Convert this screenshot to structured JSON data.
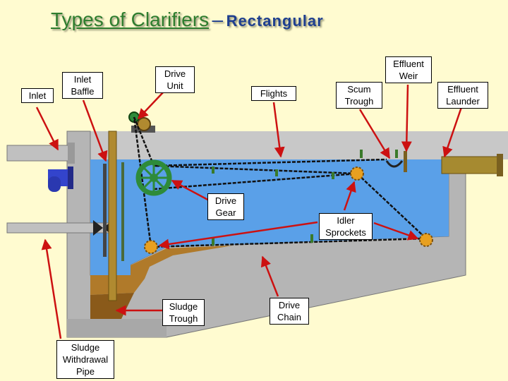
{
  "title": {
    "part1": "Types of Clarifiers",
    "dash": "–",
    "part2": "Rectangular"
  },
  "labels": {
    "inlet": "Inlet",
    "inlet_baffle": "Inlet\nBaffle",
    "drive_unit": "Drive\nUnit",
    "flights": "Flights",
    "scum_trough": "Scum\nTrough",
    "effluent_weir": "Effluent\nWeir",
    "effluent_launder": "Effluent\nLaunder",
    "drive_gear": "Drive\nGear",
    "idler_sprockets": "Idler\nSprockets",
    "sludge_trough": "Sludge\nTrough",
    "drive_chain": "Drive\nChain",
    "sludge_withdrawal_pipe": "Sludge\nWithdrawal\nPipe"
  },
  "colors": {
    "background": "#fffbd0",
    "water": "#5aa0e8",
    "concrete": "#bdbdbd",
    "sludge": "#b07a2a",
    "chain": "#111111",
    "drive_gear": "#2e8b3a",
    "sprocket": "#e8a020",
    "pipe": "#3344cc",
    "arrow": "#cc1111",
    "title_green": "#2e7d2e",
    "title_blue": "#1f3f8f"
  }
}
